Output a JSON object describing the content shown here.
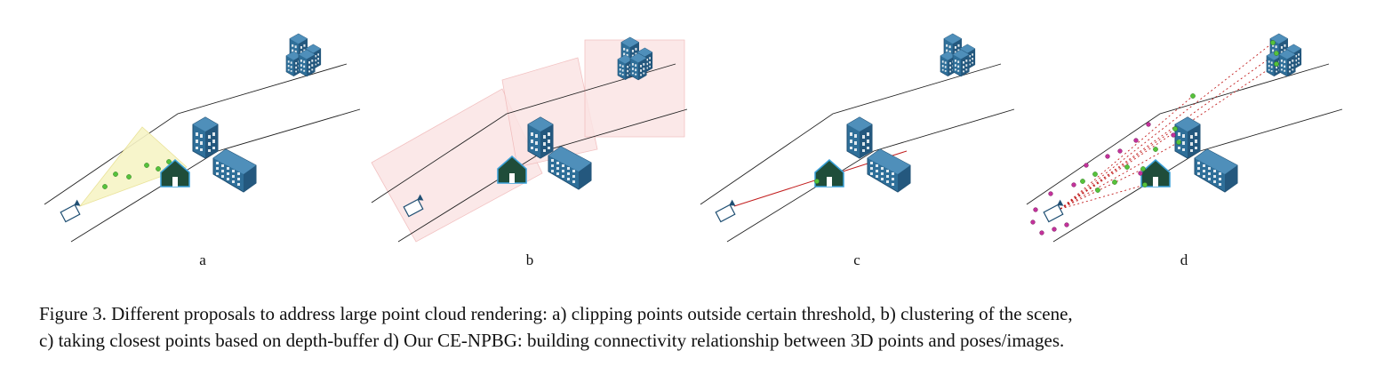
{
  "panels": [
    {
      "label": "a"
    },
    {
      "label": "b"
    },
    {
      "label": "c"
    },
    {
      "label": "d"
    }
  ],
  "caption": {
    "line1": "Figure 3. Different proposals to address large point cloud rendering: a) clipping points outside certain threshold, b) clustering of the scene,",
    "line2": "c) taking closest points based on depth-buffer d) Our CE-NPBG: building connectivity relationship between 3D points and poses/images."
  },
  "colors": {
    "building": "#2f6f99",
    "building_dark": "#1f4f73",
    "house": "#1f4d3a",
    "frustum_fill": "#f7f4c6",
    "cluster_fill": "#fbe4e4",
    "point_green": "#56c23b",
    "point_magenta": "#c2319a",
    "ray_red": "#c21e1e"
  }
}
